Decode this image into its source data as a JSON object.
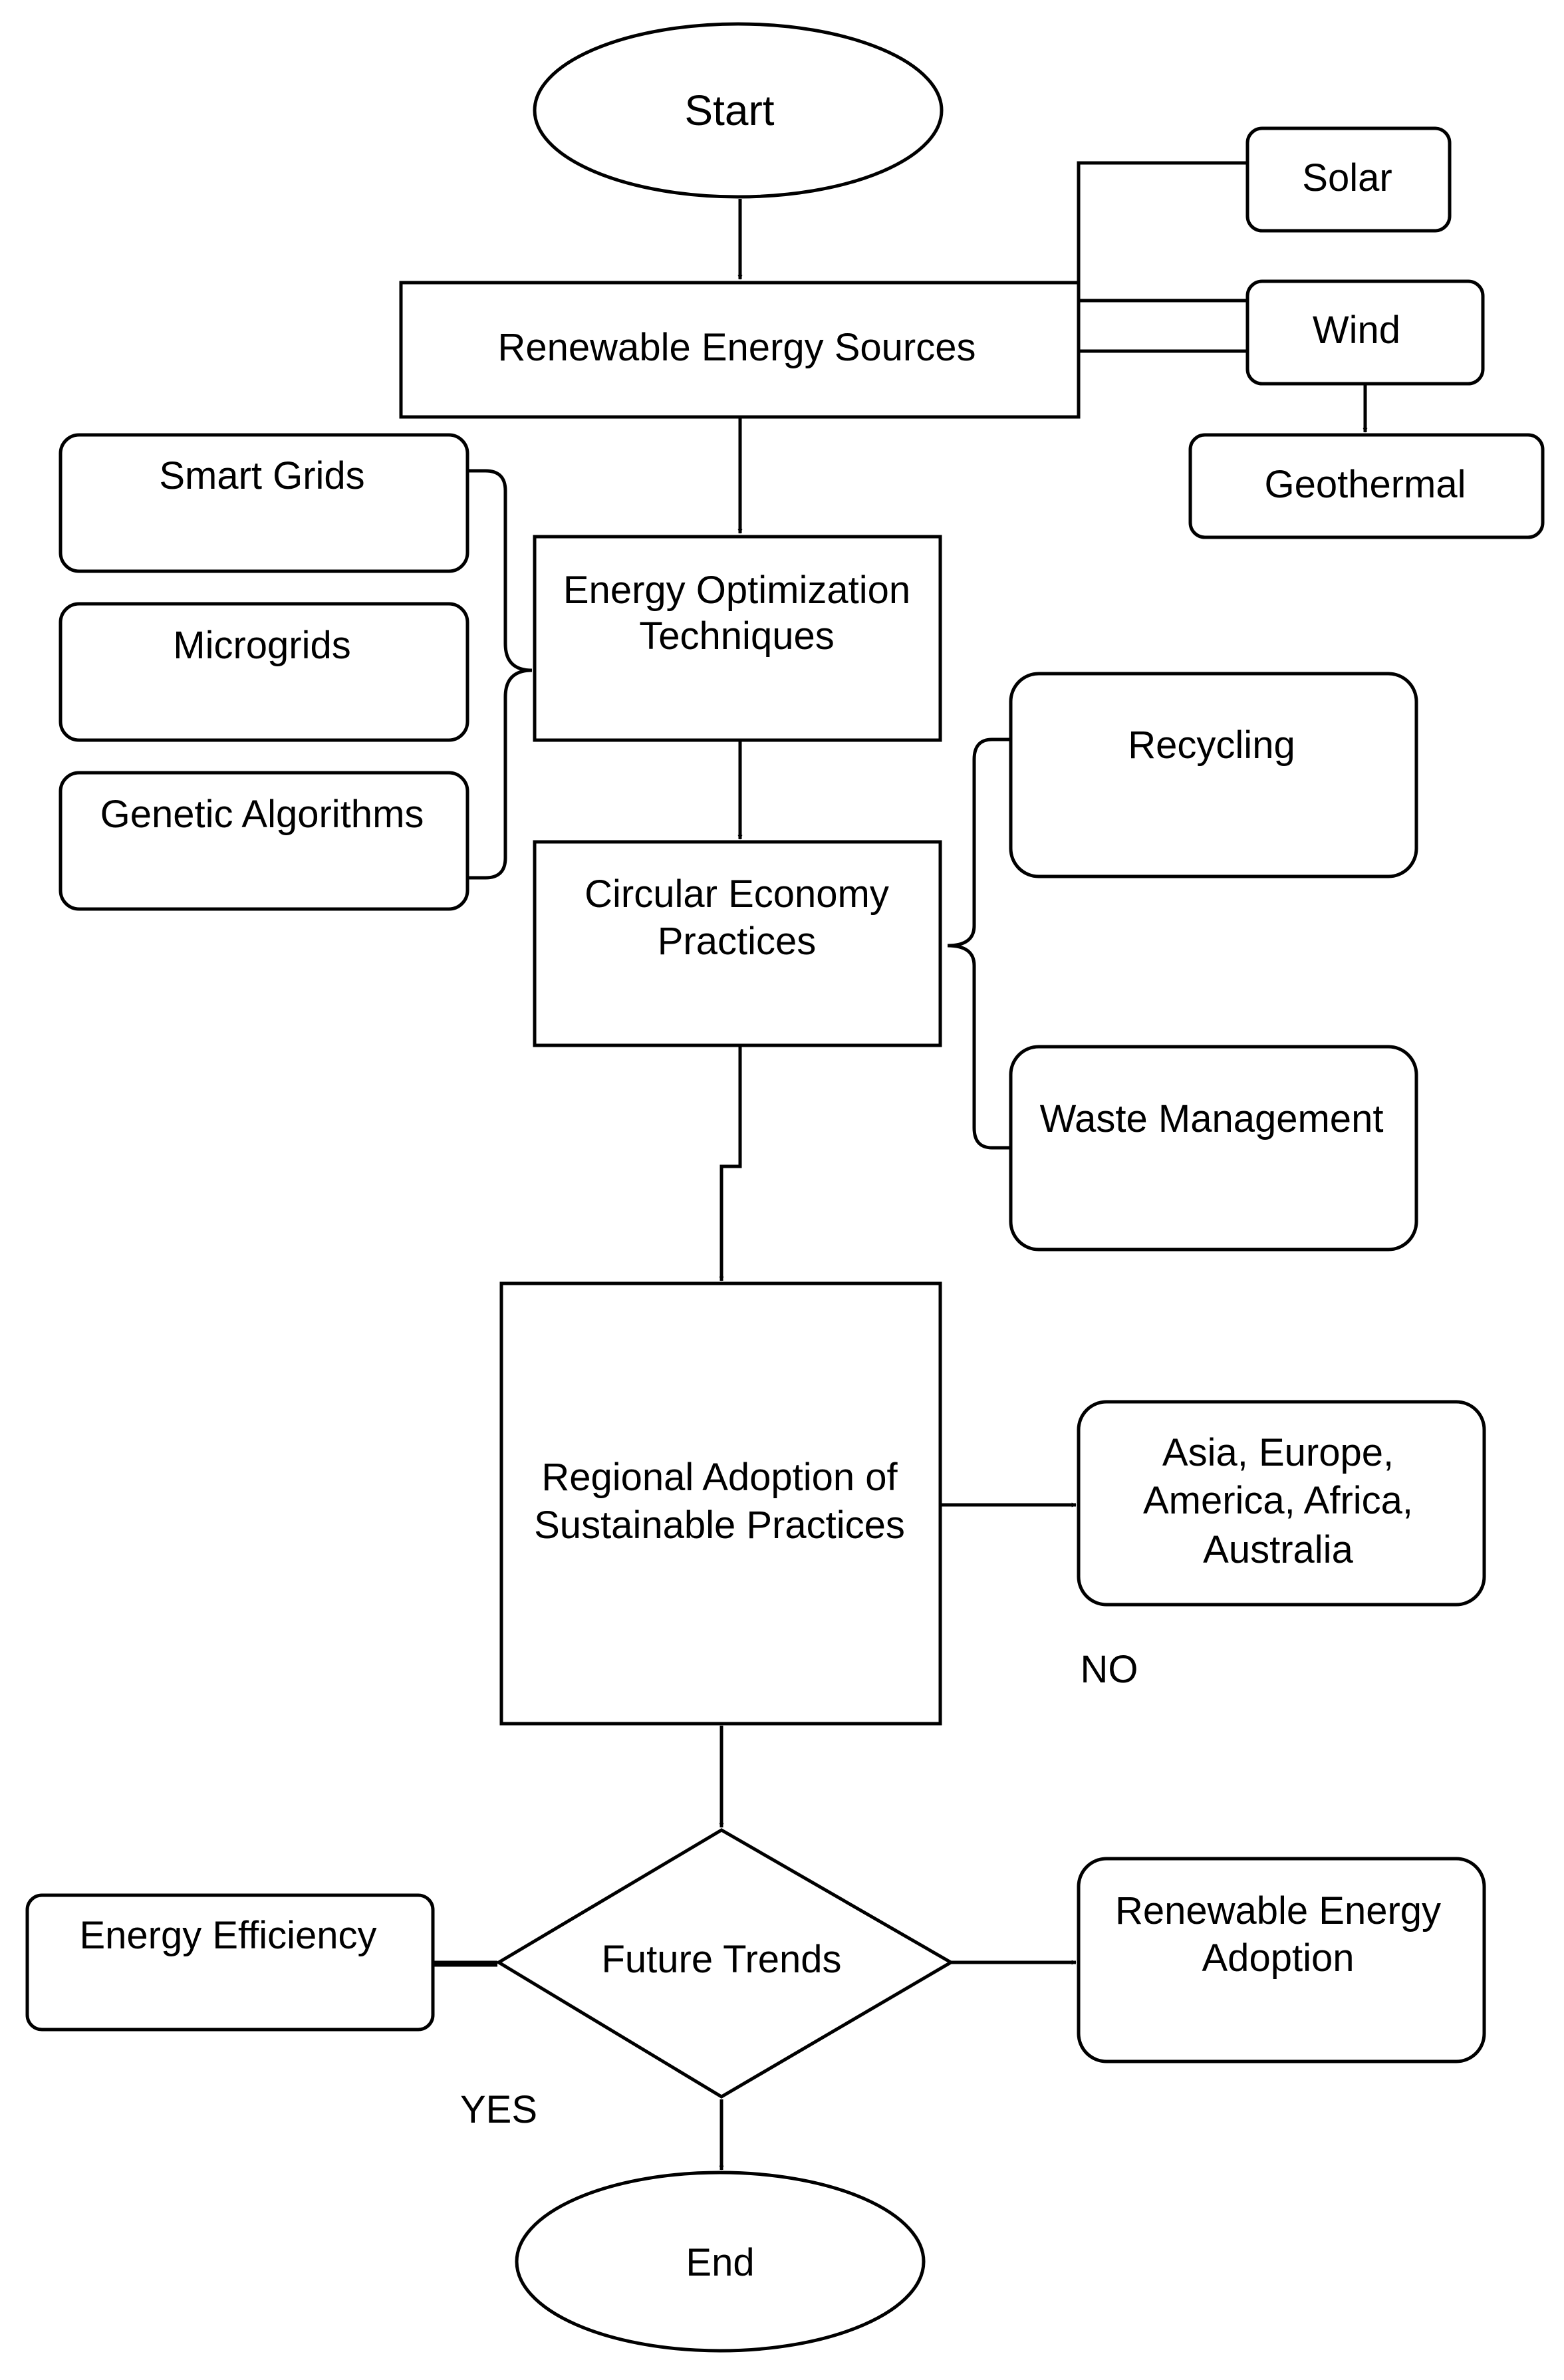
{
  "nodes": {
    "start": "Start",
    "res": "Renewable Energy Sources",
    "solar": "Solar",
    "wind": "Wind",
    "geothermal": "Geothermal",
    "eot_line1": "Energy Optimization",
    "eot_line2": "Techniques",
    "smart_grids": "Smart Grids",
    "microgrids": "Microgrids",
    "genetic_algorithms": "Genetic Algorithms",
    "cep_line1": "Circular Economy",
    "cep_line2": "Practices",
    "recycling": "Recycling",
    "waste_management": "Waste Management",
    "rasp_line1": "Regional Adoption of",
    "rasp_line2": "Sustainable Practices",
    "regions_line1": "Asia, Europe,",
    "regions_line2": "America, Africa,",
    "regions_line3": "Australia",
    "future_trends": "Future Trends",
    "energy_efficiency": "Energy Efficiency",
    "rea_line1": "Renewable Energy",
    "rea_line2": "Adoption",
    "end": "End"
  },
  "edge_labels": {
    "no": "NO",
    "yes": "YES"
  },
  "colors": {
    "stroke": "#000000",
    "fill": "#ffffff"
  }
}
